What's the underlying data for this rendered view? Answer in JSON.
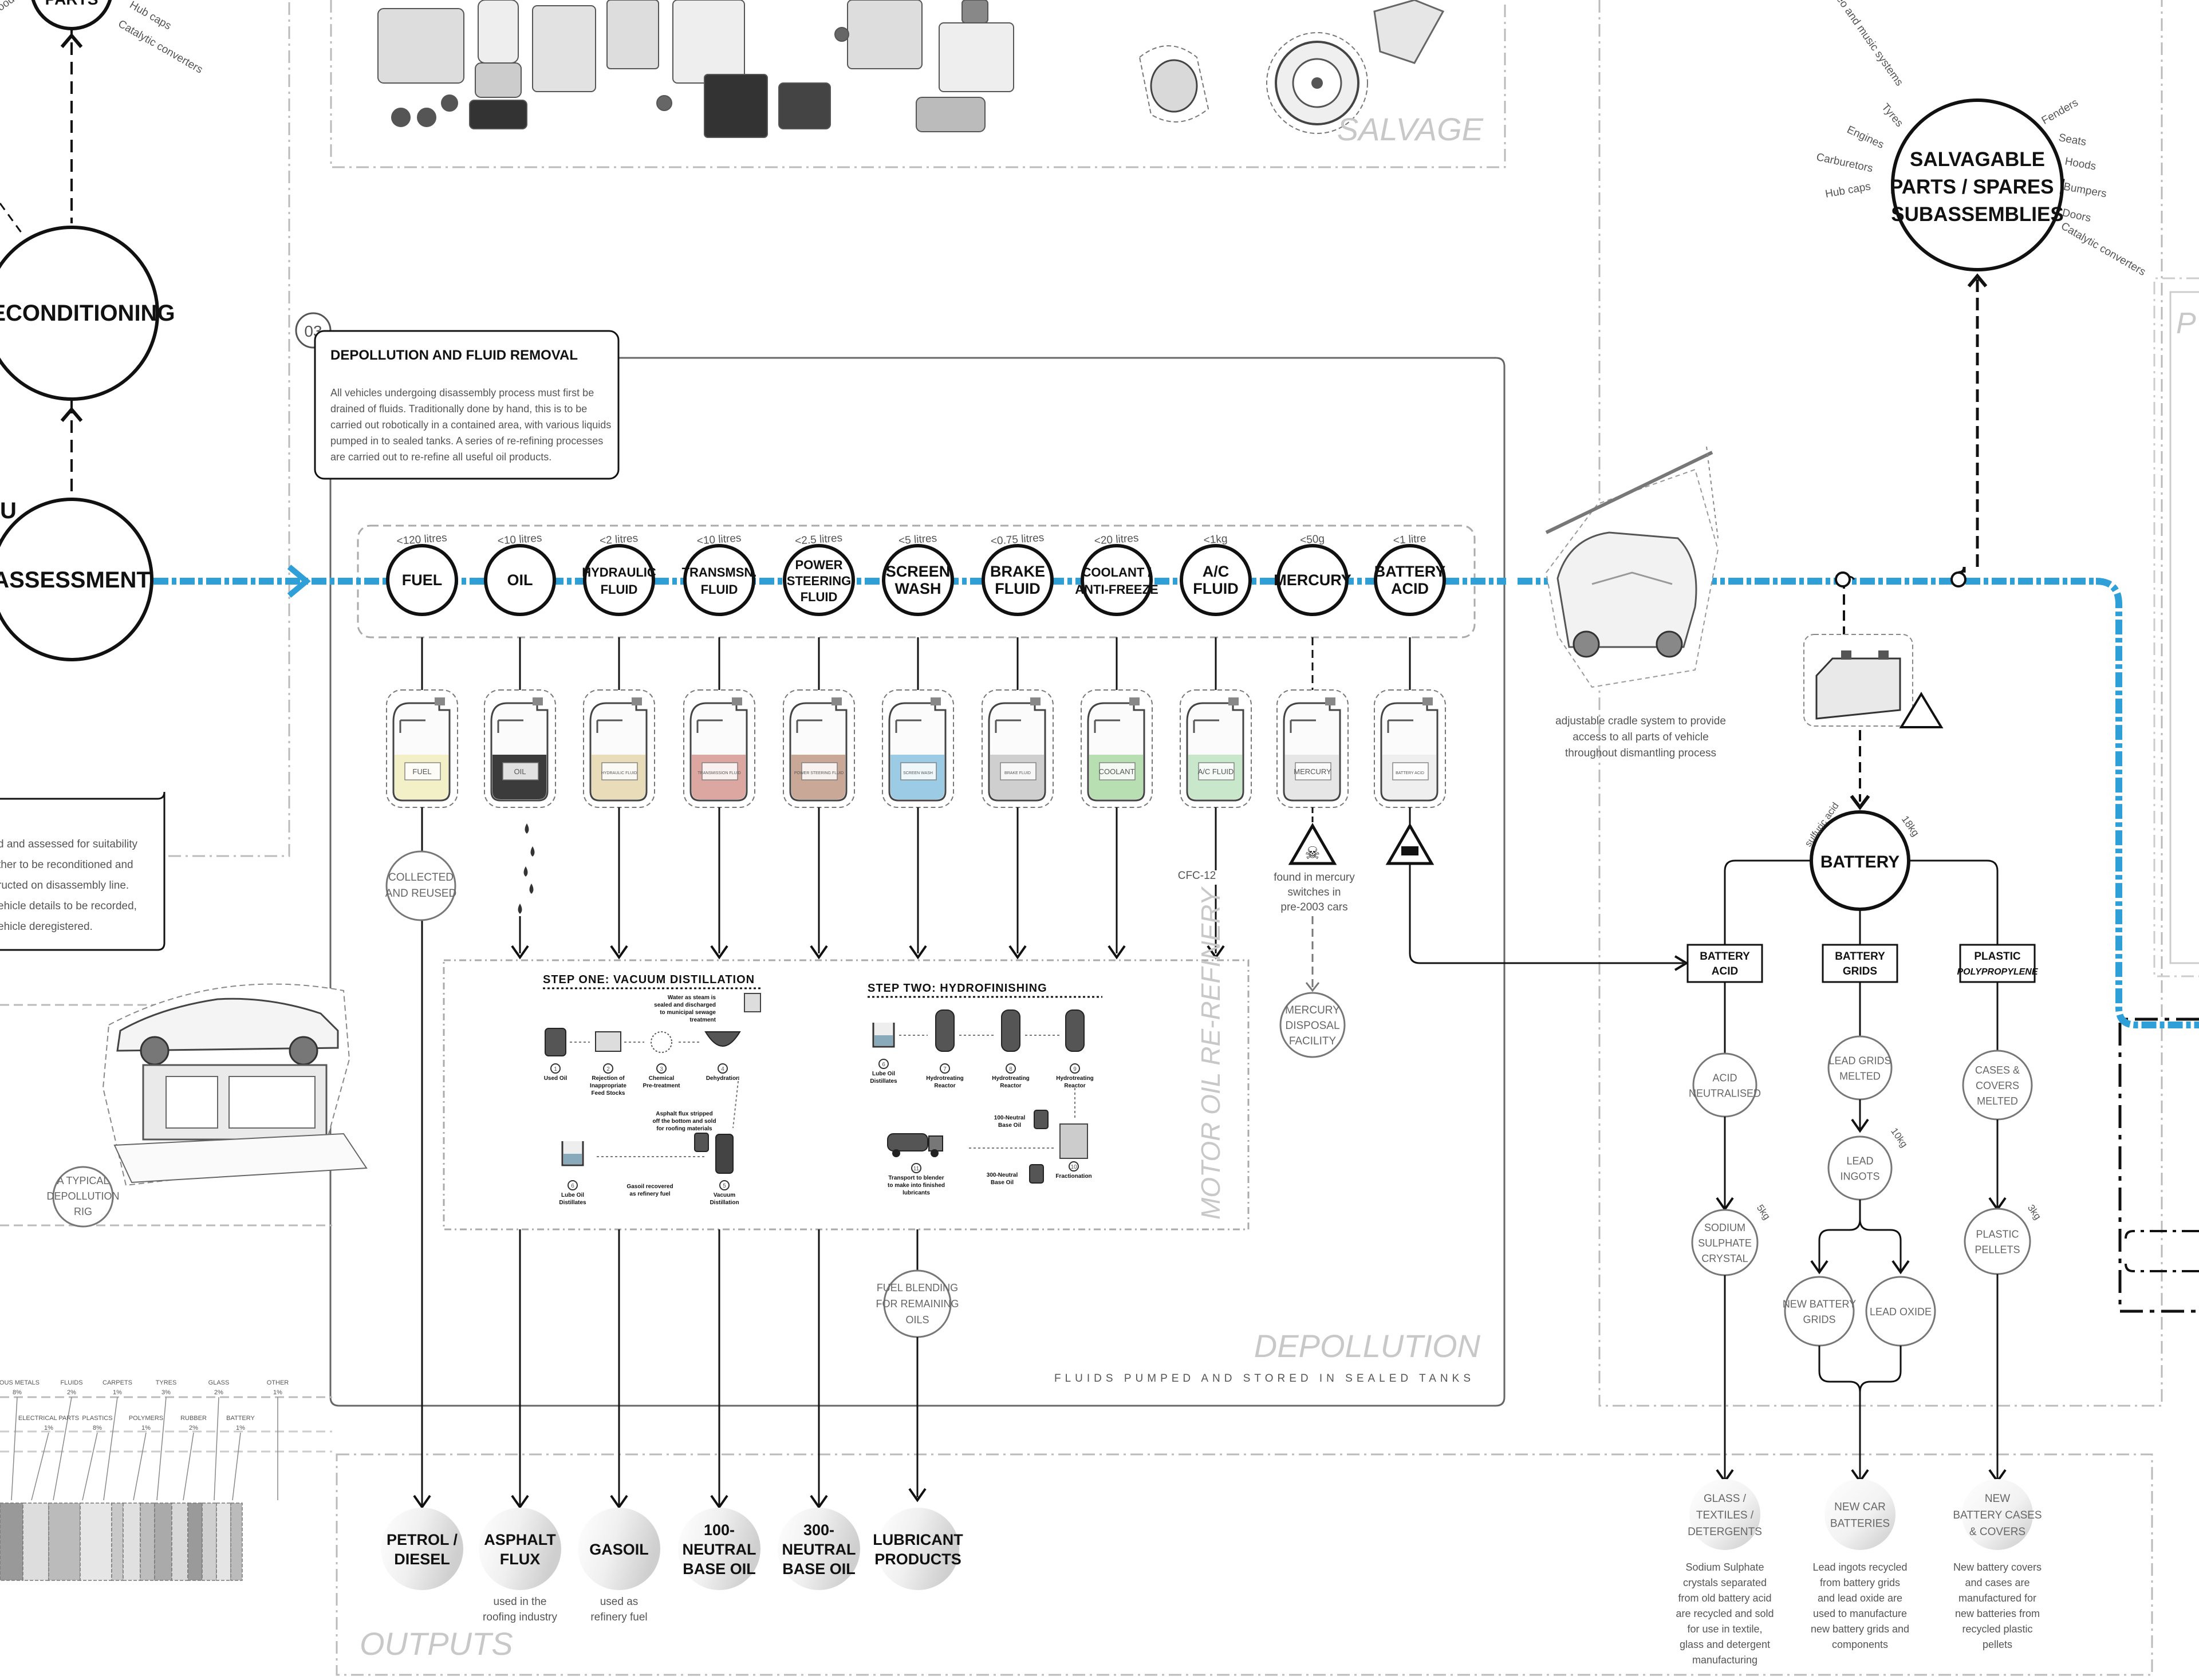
{
  "stages": {
    "parts": "PARTS",
    "reconditioning": "RECONDITIONING",
    "assessment": "ASSESSMENT",
    "salvagable": "SALVAGABLE PARTS / SPARES / SUBASSEMBLIES",
    "salvage_label": "SALVAGE"
  },
  "top_left_notes": [
    "hoods",
    "Hub caps",
    "Catalytic converters"
  ],
  "salvagable_items_left": [
    "Stereo and music systems",
    "Tyres",
    "Engines",
    "Carburetors",
    "Hub caps"
  ],
  "salvagable_items_right": [
    "Fenders",
    "Seats",
    "Hoods",
    "Bumpers",
    "Doors",
    "Catalytic converters"
  ],
  "section": {
    "number": "03",
    "title": "DEPOLLUTION AND FLUID REMOVAL",
    "body": [
      "All vehicles undergoing disassembly process must first be",
      "drained of fluids. Traditionally done by hand, this is to be",
      "carried out robotically in a contained area, with various liquids",
      "pumped in to sealed tanks. A series of re-refining processes",
      "are carried out to re-refine all useful oil products."
    ],
    "footer_title": "DEPOLLUTION",
    "footer_sub": "FLUIDS PUMPED AND STORED IN SEALED TANKS"
  },
  "assessment_note": [
    "d and assessed for suitability",
    "ther to be reconditioned and",
    "ructed on disassembly line.",
    "ehicle details to be recorded,",
    "ehicle deregistered."
  ],
  "fluids": [
    {
      "name": [
        "FUEL"
      ],
      "qty": "<120 litres",
      "tank": "FUEL",
      "color": "#f3efc6"
    },
    {
      "name": [
        "OIL"
      ],
      "qty": "<10 litres",
      "tank": "OIL",
      "color": "#3b3b3b"
    },
    {
      "name": [
        "HYDRAULIC",
        "FLUID"
      ],
      "qty": "<2 litres",
      "tank": "HYDRAULIC FLUID",
      "color": "#e9dcb8"
    },
    {
      "name": [
        "TRANSMSN.",
        "FLUID"
      ],
      "qty": "<10 litres",
      "tank": "TRANSMISSION FLUID",
      "color": "#dba7a0"
    },
    {
      "name": [
        "POWER",
        "STEERING",
        "FLUID"
      ],
      "qty": "<2.5 litres",
      "tank": "POWER STEERING FLUID",
      "color": "#caa898"
    },
    {
      "name": [
        "SCREEN",
        "WASH"
      ],
      "qty": "<5 litres",
      "tank": "SCREEN WASH",
      "color": "#9ccbe6"
    },
    {
      "name": [
        "BRAKE",
        "FLUID"
      ],
      "qty": "<0.75 litres",
      "tank": "BRAKE FLUID",
      "color": "#cfcfcf"
    },
    {
      "name": [
        "COOLANT /",
        "ANTI-FREEZE"
      ],
      "qty": "<20 litres",
      "tank": "COOLANT",
      "color": "#b7dfb2"
    },
    {
      "name": [
        "A/C",
        "FLUID"
      ],
      "qty": "<1kg",
      "tank": "A/C FLUID",
      "color": "#c9e8cb"
    },
    {
      "name": [
        "MERCURY"
      ],
      "qty": "<50g",
      "tank": "MERCURY",
      "color": "#e6e6e6"
    },
    {
      "name": [
        "BATTERY",
        "ACID"
      ],
      "qty": "<1 litre",
      "tank": "BATTERY ACID",
      "color": "#efefef"
    }
  ],
  "fluid_notes": {
    "collected": [
      "COLLECTED",
      "AND REUSED"
    ],
    "cfc": "CFC-12",
    "mercury_note": [
      "found in mercury",
      "switches in",
      "pre-2003 cars"
    ],
    "mercury_facility": [
      "MERCURY",
      "DISPOSAL",
      "FACILITY"
    ],
    "fuel_blending": [
      "FUEL BLENDING",
      "FOR REMAINING",
      "OILS"
    ],
    "typical_rig": [
      "A TYPICAL",
      "DEPOLLUTION",
      "RIG"
    ]
  },
  "refinery": {
    "vertical_label": "MOTOR OIL RE-REFINERY",
    "step_one": "STEP ONE: VACUUM DISTILLATION",
    "step_two": "STEP TWO: HYDROFINISHING",
    "step_one_items": [
      {
        "n": "1",
        "label": [
          "Used Oil"
        ]
      },
      {
        "n": "2",
        "label": [
          "Rejection of",
          "Inappropriate",
          "Feed Stocks"
        ]
      },
      {
        "n": "3",
        "label": [
          "Chemical",
          "Pre-treatment"
        ]
      },
      {
        "n": "4",
        "label": [
          "Dehydration"
        ]
      },
      {
        "n": "5",
        "label": [
          "Vacuum",
          "Distillation"
        ]
      },
      {
        "n": "6",
        "label": [
          "Lube Oil",
          "Distillates"
        ]
      }
    ],
    "water_note": [
      "Water as steam is",
      "sealed and discharged",
      "to municipal sewage",
      "treatment"
    ],
    "asphalt_note": [
      "Asphalt flux stripped",
      "off the bottom and sold",
      "for roofing materials"
    ],
    "gasoil_note": [
      "Gasoil recovered",
      "as refinery fuel"
    ],
    "step_two_items": [
      {
        "n": "6",
        "label": [
          "Lube Oil",
          "Distillates"
        ]
      },
      {
        "n": "7",
        "label": [
          "Hydrotreating",
          "Reactor"
        ]
      },
      {
        "n": "8",
        "label": [
          "Hydrotreating",
          "Reactor"
        ]
      },
      {
        "n": "9",
        "label": [
          "Hydrotreating",
          "Reactor"
        ]
      },
      {
        "n": "10",
        "label": [
          "Fractionation"
        ]
      },
      {
        "n": "11",
        "label": [
          "Transport to blender",
          "to make into finished",
          "lubricants"
        ]
      }
    ],
    "neutral_100": [
      "100-Neutral",
      "Base Oil"
    ],
    "neutral_300": [
      "300-Neutral",
      "Base Oil"
    ]
  },
  "outputs": {
    "label": "OUTPUTS",
    "items": [
      {
        "name": [
          "PETROL /",
          "DIESEL"
        ],
        "note": []
      },
      {
        "name": [
          "ASPHALT",
          "FLUX"
        ],
        "note": [
          "used in the",
          "roofing industry"
        ]
      },
      {
        "name": [
          "GASOIL"
        ],
        "note": [
          "used as",
          "refinery fuel"
        ]
      },
      {
        "name": [
          "100-",
          "NEUTRAL",
          "BASE OIL"
        ],
        "note": []
      },
      {
        "name": [
          "300-",
          "NEUTRAL",
          "BASE OIL"
        ],
        "note": []
      },
      {
        "name": [
          "LUBRICANT",
          "PRODUCTS"
        ],
        "note": []
      }
    ]
  },
  "cradle_note": [
    "adjustable cradle system to provide",
    "access to all parts of vehicle",
    "throughout dismantling process"
  ],
  "battery": {
    "title": "BATTERY",
    "lead_ann": "18kg",
    "acid_ann": "sulfuric acid",
    "branches": [
      {
        "title": [
          "BATTERY",
          "ACID"
        ],
        "italic": ""
      },
      {
        "title": [
          "BATTERY",
          "GRIDS"
        ],
        "italic": ""
      },
      {
        "title": [
          "PLASTIC"
        ],
        "italic": "POLYPROPYLENE"
      }
    ],
    "acid_neutralised": [
      "ACID",
      "NEUTRALISED"
    ],
    "sodium": [
      "SODIUM",
      "SULPHATE",
      "CRYSTAL"
    ],
    "sodium_ann": "5kg",
    "lead_grids_melted": [
      "LEAD GRIDS",
      "MELTED"
    ],
    "lead_ingots": [
      "LEAD",
      "INGOTS"
    ],
    "ingots_ann": "10kg",
    "new_grids": [
      "NEW BATTERY",
      "GRIDS"
    ],
    "lead_oxide": [
      "LEAD OXIDE"
    ],
    "cases_melted": [
      "CASES &",
      "COVERS",
      "MELTED"
    ],
    "plastic_pellets": [
      "PLASTIC",
      "PELLETS"
    ],
    "pellets_ann": "3kg",
    "out_glass": [
      "GLASS /",
      "TEXTILES /",
      "DETERGENTS"
    ],
    "out_batteries": [
      "NEW CAR",
      "BATTERIES"
    ],
    "out_cases": [
      "NEW",
      "BATTERY CASES",
      "& COVERS"
    ],
    "note_glass": [
      "Sodium Sulphate",
      "crystals separated",
      "from old battery acid",
      "are recycled and sold",
      "for use in textile,",
      "glass and detergent",
      "manufacturing"
    ],
    "note_batteries": [
      "Lead ingots recycled",
      "from battery grids",
      "and lead oxide are",
      "used to manufacture",
      "new battery grids and",
      "components"
    ],
    "note_cases": [
      "New battery covers",
      "and cases are",
      "manufactured for",
      "new batteries from",
      "recycled plastic",
      "pellets"
    ]
  },
  "composition": {
    "top": [
      {
        "label": "ROUS METALS",
        "pct": "8%"
      },
      {
        "label": "FLUIDS",
        "pct": "2%"
      },
      {
        "label": "CARPETS",
        "pct": "1%"
      },
      {
        "label": "TYRES",
        "pct": "3%"
      },
      {
        "label": "GLASS",
        "pct": "2%"
      },
      {
        "label": "OTHER",
        "pct": "1%"
      }
    ],
    "bottom": [
      {
        "label": "ELECTRICAL PARTS",
        "pct": "1%"
      },
      {
        "label": "PLASTICS",
        "pct": "8%"
      },
      {
        "label": "POLYMERS",
        "pct": "1%"
      },
      {
        "label": "RUBBER",
        "pct": "2%"
      },
      {
        "label": "BATTERY",
        "pct": "1%"
      }
    ]
  },
  "right_edge": "PY"
}
